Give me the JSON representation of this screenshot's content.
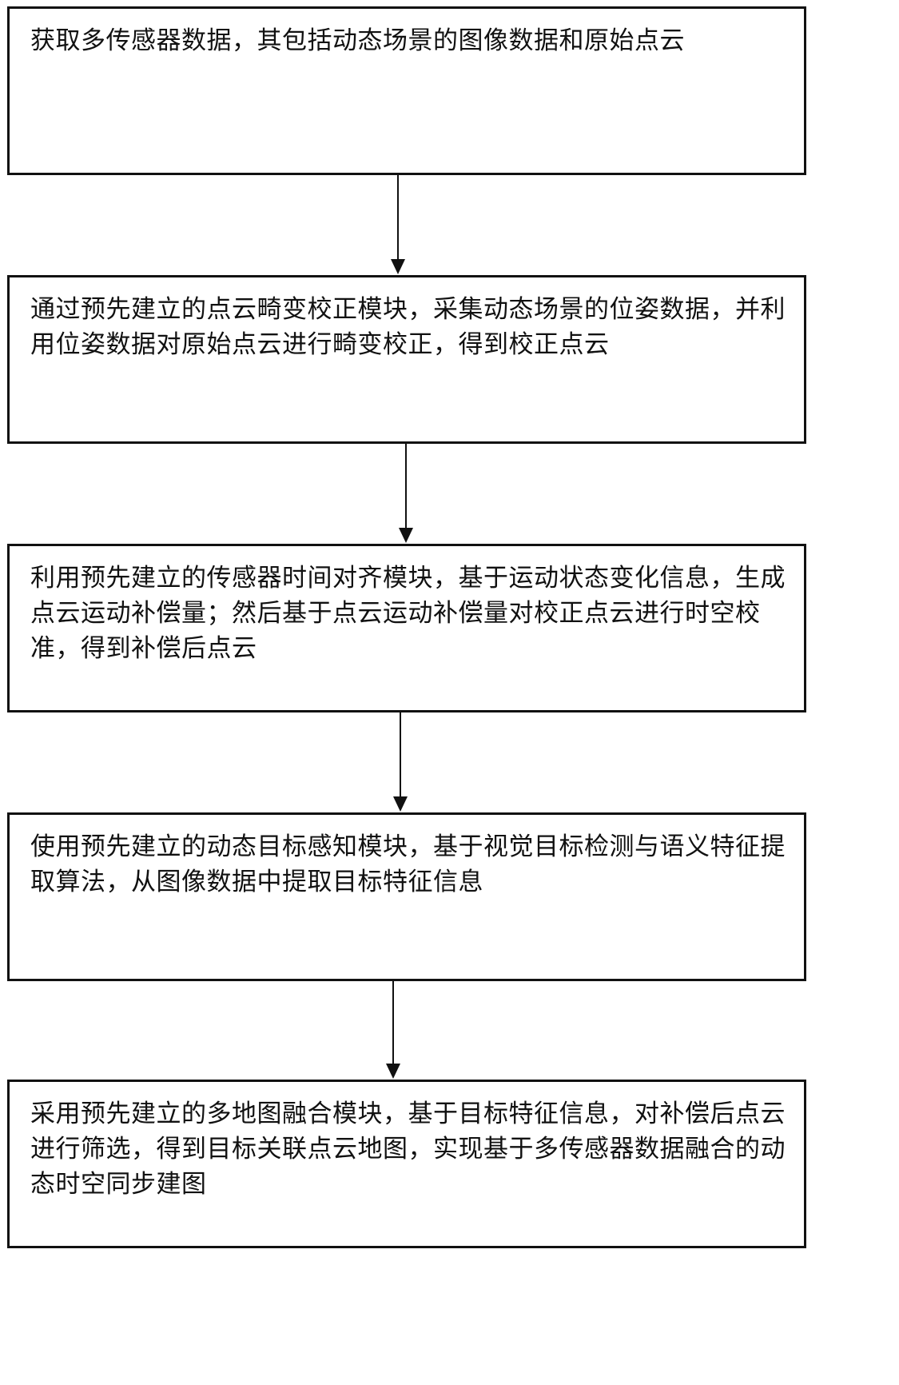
{
  "steps": [
    {
      "text": "获取多传感器数据，其包括动态场景的图像数据和原始点云"
    },
    {
      "text": "通过预先建立的点云畸变校正模块，采集动态场景的位姿数据，并利\n用位姿数据对原始点云进行畸变校正，得到校正点云"
    },
    {
      "text": "利用预先建立的传感器时间对齐模块，基于运动状态变化信息，生成\n点云运动补偿量；然后基于点云运动补偿量对校正点云进行时空校\n准，得到补偿后点云"
    },
    {
      "text": "使用预先建立的动态目标感知模块，基于视觉目标检测与语义特征提\n取算法，从图像数据中提取目标特征信息"
    },
    {
      "text": "采用预先建立的多地图融合模块，基于目标特征信息，对补偿后点云\n进行筛选，得到目标关联点云地图，实现基于多传感器数据融合的动\n态时空同步建图"
    }
  ]
}
